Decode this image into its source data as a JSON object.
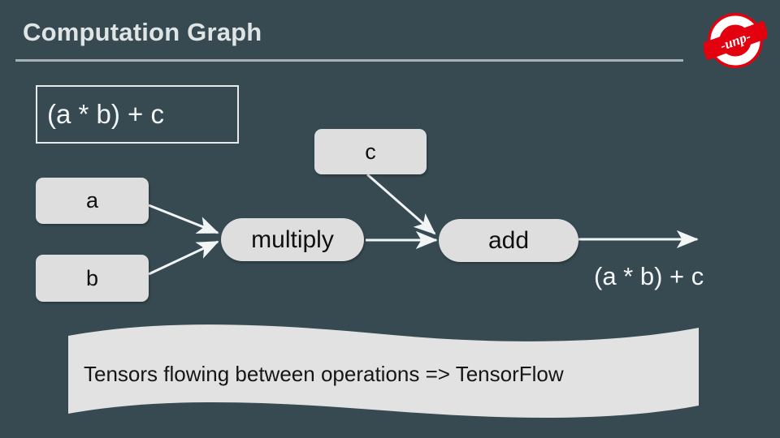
{
  "slide": {
    "title": "Computation Graph",
    "background_color": "#374a52",
    "title_color": "#dfe4e5",
    "rule_color": "#a8b2b6"
  },
  "logo": {
    "name": "unp-logo",
    "text": "-unp-",
    "circle_color": "#e3000f",
    "ring_color": "#ffffff",
    "text_color": "#ffffff"
  },
  "formula": {
    "expression": "(a * b) + c"
  },
  "graph": {
    "node_fill": "#dedede",
    "node_text_color": "#101010",
    "edge_color": "#f2f5f5",
    "nodes": [
      {
        "id": "a",
        "label": "a",
        "type": "variable"
      },
      {
        "id": "b",
        "label": "b",
        "type": "variable"
      },
      {
        "id": "c",
        "label": "c",
        "type": "variable"
      },
      {
        "id": "multiply",
        "label": "multiply",
        "type": "operation"
      },
      {
        "id": "add",
        "label": "add",
        "type": "operation"
      }
    ],
    "edges": [
      {
        "from": "a",
        "to": "multiply"
      },
      {
        "from": "b",
        "to": "multiply"
      },
      {
        "from": "multiply",
        "to": "add"
      },
      {
        "from": "c",
        "to": "add"
      },
      {
        "from": "add",
        "to": "output"
      }
    ],
    "output_label": "(a * b) + c"
  },
  "banner": {
    "text": "Tensors flowing between operations => TensorFlow",
    "fill_color": "#e2e2e2",
    "text_color": "#161616"
  }
}
